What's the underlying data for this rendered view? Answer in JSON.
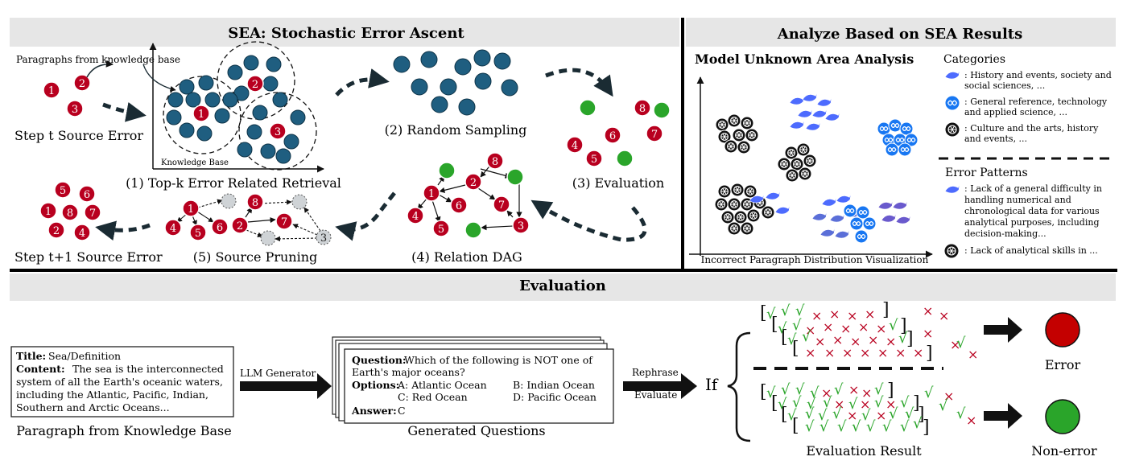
{
  "sea": {
    "title": "SEA: Stochastic Error Ascent",
    "paragraphs_label": "Paragraphs from knowledge base",
    "knowledge_base_label": "Knowledge Base",
    "step_t": "Step t Source Error",
    "step_t1": "Step t+1 Source Error",
    "step1": "(1) Top-k Error Related Retrieval",
    "step2": "(2) Random Sampling",
    "step3": "(3) Evaluation",
    "step4": "(4) Relation DAG",
    "step5": "(5) Source Pruning"
  },
  "analyze": {
    "title": "Analyze Based on SEA Results",
    "subtitle": "Model Unknown Area Analysis",
    "axis_label": "Incorrect Paragraph Distribution Visualization",
    "categories_title": "Categories",
    "categories": [
      {
        "line1": ": History and events, society and",
        "line2": "social sciences, ..."
      },
      {
        "line1": ": General reference, technology",
        "line2": "and applied science, ..."
      },
      {
        "line1": ": Culture and the arts, history",
        "line2": "and events, ..."
      }
    ],
    "patterns_title": "Error Patterns",
    "pattern1": [
      "  : Lack of a general difficulty in",
      "handling    numerical    and",
      "chronological data for various",
      "analytical purposes, including",
      "decision-making..."
    ],
    "pattern2": ": Lack of analytical skills in ..."
  },
  "evaluation": {
    "title": "Evaluation",
    "paragraph_title_label": "Title:",
    "paragraph_title": "Sea/Definition",
    "content_label": "Content:",
    "content_lines": [
      "The sea is the interconnected",
      "system of all the Earth's oceanic waters,",
      "including the Atlantic, Pacific, Indian,",
      "Southern and Arctic Oceans..."
    ],
    "paragraph_caption": "Paragraph from Knowledge Base",
    "llm_label": "LLM  Generator",
    "question_label": "Question:",
    "question_lines": [
      "Which of the following is NOT one of",
      "Earth's major oceans?"
    ],
    "options_label": "Options:",
    "options": [
      "A: Atlantic Ocean",
      "B: Indian Ocean",
      "C: Red Ocean",
      "D: Pacific Ocean"
    ],
    "answer_label": "Answer:",
    "answer": "C",
    "questions_caption": "Generated Questions",
    "rephrase": "Rephrase",
    "evaluate": "Evaluate",
    "if_label": "If",
    "result_caption": "Evaluation Result",
    "error_label": "Error",
    "nonerror_label": "Non-error"
  },
  "nodes": {
    "source": [
      "1",
      "2",
      "3"
    ],
    "cluster": [
      "1",
      "2",
      "3"
    ],
    "eval": [
      "8",
      "7",
      "6",
      "4",
      "5"
    ],
    "dag": [
      "8",
      "2",
      "1",
      "6",
      "7",
      "4",
      "5",
      "3"
    ],
    "prune": [
      "1",
      "8",
      "2",
      "7",
      "4",
      "5",
      "6",
      "3"
    ],
    "next": [
      "5",
      "6",
      "1",
      "8",
      "7",
      "2",
      "4"
    ]
  },
  "colors": {
    "error": "#b8001f",
    "correct": "#2aa52a",
    "blue": "#1f5e80",
    "gray": "#cfd3d6",
    "header": "#e6e6e6"
  }
}
